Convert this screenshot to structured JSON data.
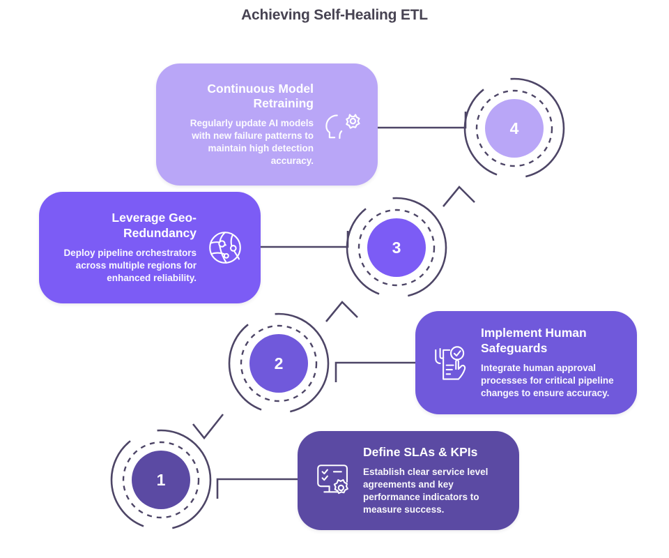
{
  "header": {
    "title": "Achieving Self-Healing ETL"
  },
  "theme": {
    "background": "#ffffff",
    "title_color": "#474352",
    "wire_color": "#4d4566",
    "ring_color": "#4d4566",
    "text_color": "#ffffff"
  },
  "steps": [
    {
      "number": "4",
      "title": "Continuous Model Retraining",
      "description": "Regularly update AI models with new failure patterns to maintain high detection accuracy.",
      "icon": "ai-brain-gear-icon",
      "card_color": "#b9a6f7",
      "badge_color": "#b9a6f7",
      "text_align": "right"
    },
    {
      "number": "3",
      "title": "Leverage Geo-Redundancy",
      "description": "Deploy pipeline orchestrators across multiple regions for enhanced reliability.",
      "icon": "globe-network-icon",
      "card_color": "#7c5cf5",
      "badge_color": "#7c5cf5",
      "text_align": "right"
    },
    {
      "number": "2",
      "title": "Implement Human Safeguards",
      "description": "Integrate human approval processes for critical pipeline changes to ensure accuracy.",
      "icon": "hands-document-check-icon",
      "card_color": "#7059db",
      "badge_color": "#7059db",
      "text_align": "left"
    },
    {
      "number": "1",
      "title": "Define SLAs & KPIs",
      "description": "Establish clear service level agreements and key performance indicators to measure success.",
      "icon": "checklist-monitor-gear-icon",
      "card_color": "#5b4aa3",
      "badge_color": "#5b4aa3",
      "text_align": "left"
    }
  ]
}
